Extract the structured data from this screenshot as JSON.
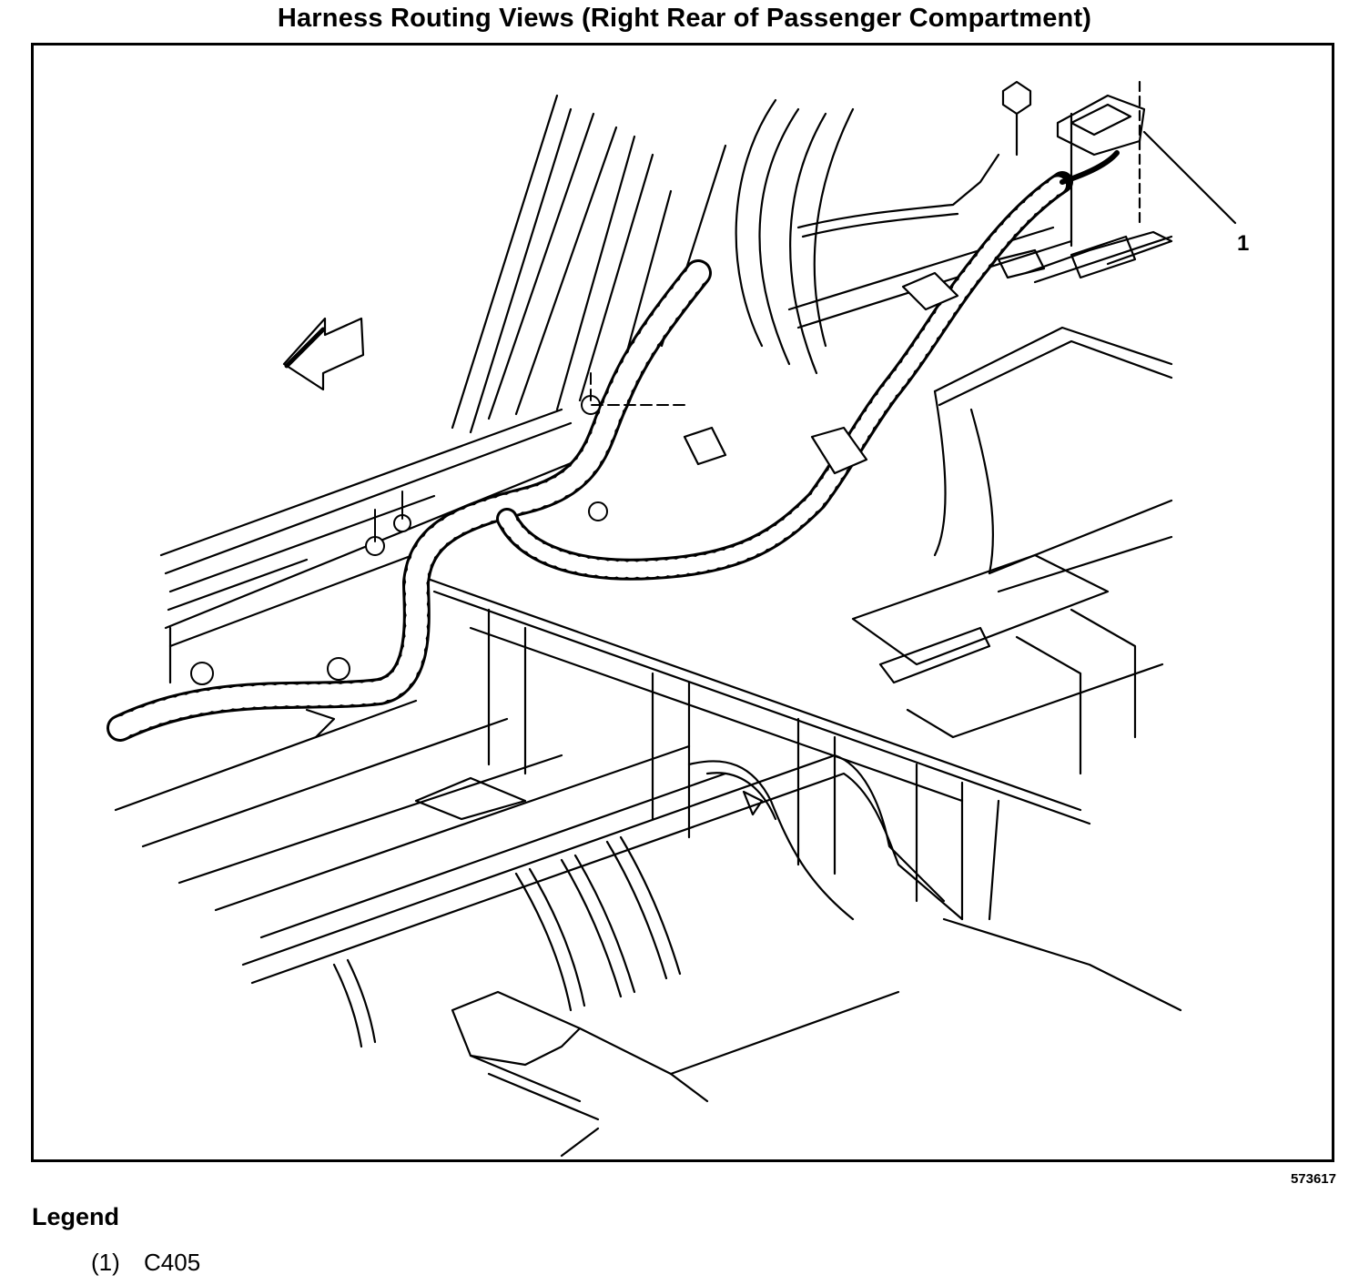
{
  "title": "Harness Routing Views (Right Rear of Passenger Compartment)",
  "figure": {
    "id": "573617",
    "callout": "1"
  },
  "legend": {
    "heading": "Legend",
    "items": [
      {
        "number": "(1)",
        "label": "C405"
      }
    ]
  }
}
